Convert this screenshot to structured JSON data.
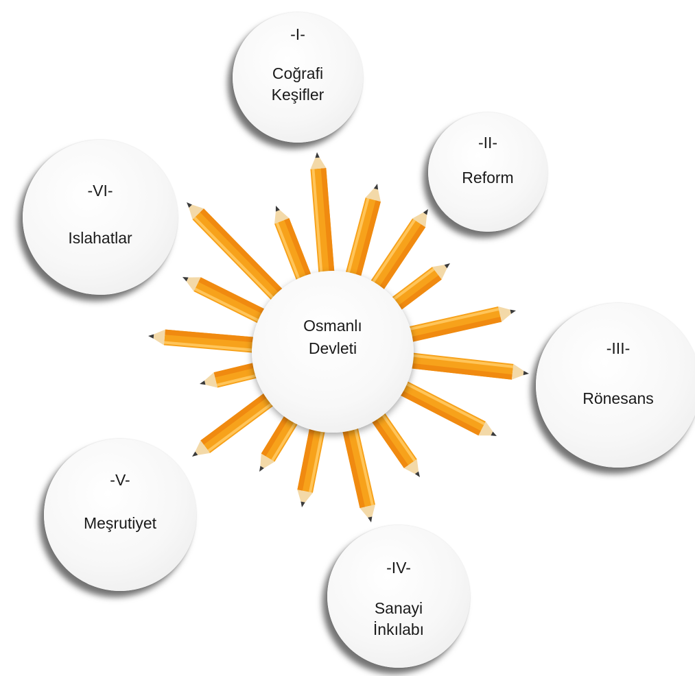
{
  "center": {
    "line1": "Osmanlı",
    "line2": "Devleti"
  },
  "nodes": [
    {
      "id": "I",
      "numeral": "-I-",
      "line1": "Coğrafi",
      "line2": "Keşifler"
    },
    {
      "id": "II",
      "numeral": "-II-",
      "line1": "Reform",
      "line2": ""
    },
    {
      "id": "III",
      "numeral": "-III-",
      "line1": "Rönesans",
      "line2": ""
    },
    {
      "id": "IV",
      "numeral": "-IV-",
      "line1": "Sanayi",
      "line2": "İnkılabı"
    },
    {
      "id": "V",
      "numeral": "-V-",
      "line1": "Meşrutiyet",
      "line2": ""
    },
    {
      "id": "VI",
      "numeral": "-VI-",
      "line1": "Islahatlar",
      "line2": ""
    }
  ],
  "colors": {
    "pencil_body": "#f7a21b",
    "pencil_shade": "#f08a10",
    "pencil_wood": "#f3d9a8",
    "pencil_lead": "#3a3a3a"
  }
}
